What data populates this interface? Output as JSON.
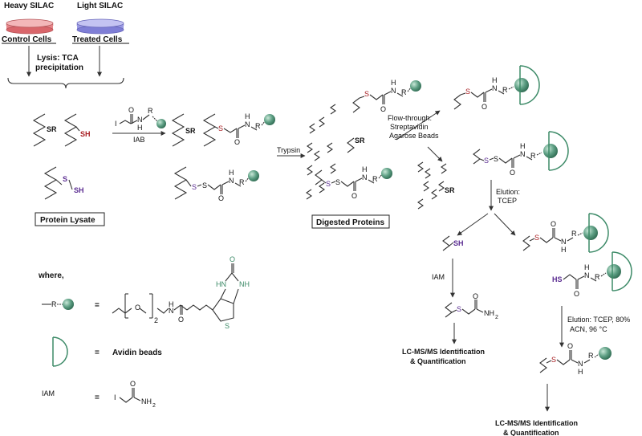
{
  "colors": {
    "heavy_dish": "#e7868a",
    "light_dish": "#9b9ae3",
    "red_chain": "#a81e22",
    "purple_chain": "#5a2c91",
    "gray_chain": "#555555",
    "green": "#3c8a67",
    "bead": "#5e9f84"
  },
  "icons": [
    "petri-dish-icon",
    "avidin-bead-icon",
    "biotin-ball-icon"
  ],
  "labels": {
    "heavy_silac": "Heavy SILAC",
    "light_silac": "Light SILAC",
    "control_cells": "Control Cells",
    "treated_cells": "Treated Cells",
    "lysis_1": "Lysis: TCA",
    "lysis_2": "precipitation",
    "iab": "IAB",
    "trypsin": "Trypsin",
    "flow_1": "Flow-through:",
    "flow_2": "Streptavidin",
    "flow_3": "Agarose Beads",
    "elution_1": "Elution:",
    "elution_2": "TCEP",
    "iam_step": "IAM",
    "elution2_1": "Elution: TCEP, 80%",
    "elution2_2": "ACN, 96 °C",
    "lcms_1_a": "LC-MS/MS Identification",
    "lcms_1_b": "& Quantification",
    "lcms_2_a": "LC-MS/MS Identification",
    "lcms_2_b": "& Quantification",
    "protein_lysate": "Protein Lysate",
    "digested_proteins": "Digested Proteins",
    "where": "where,",
    "r_symbol": "R",
    "equals_1": "=",
    "equals_2": "=",
    "avidin_beads": "Avidin beads",
    "iam_legend": "IAM",
    "equals_3": "="
  },
  "atoms": {
    "sr": "SR",
    "sh": "SH",
    "s": "S",
    "o": "O",
    "h": "H",
    "n": "N",
    "i": "I",
    "r": "R",
    "nh": "NH",
    "hn": "HN",
    "hs": "HS",
    "nh2": "NH",
    "sub2": "2"
  }
}
